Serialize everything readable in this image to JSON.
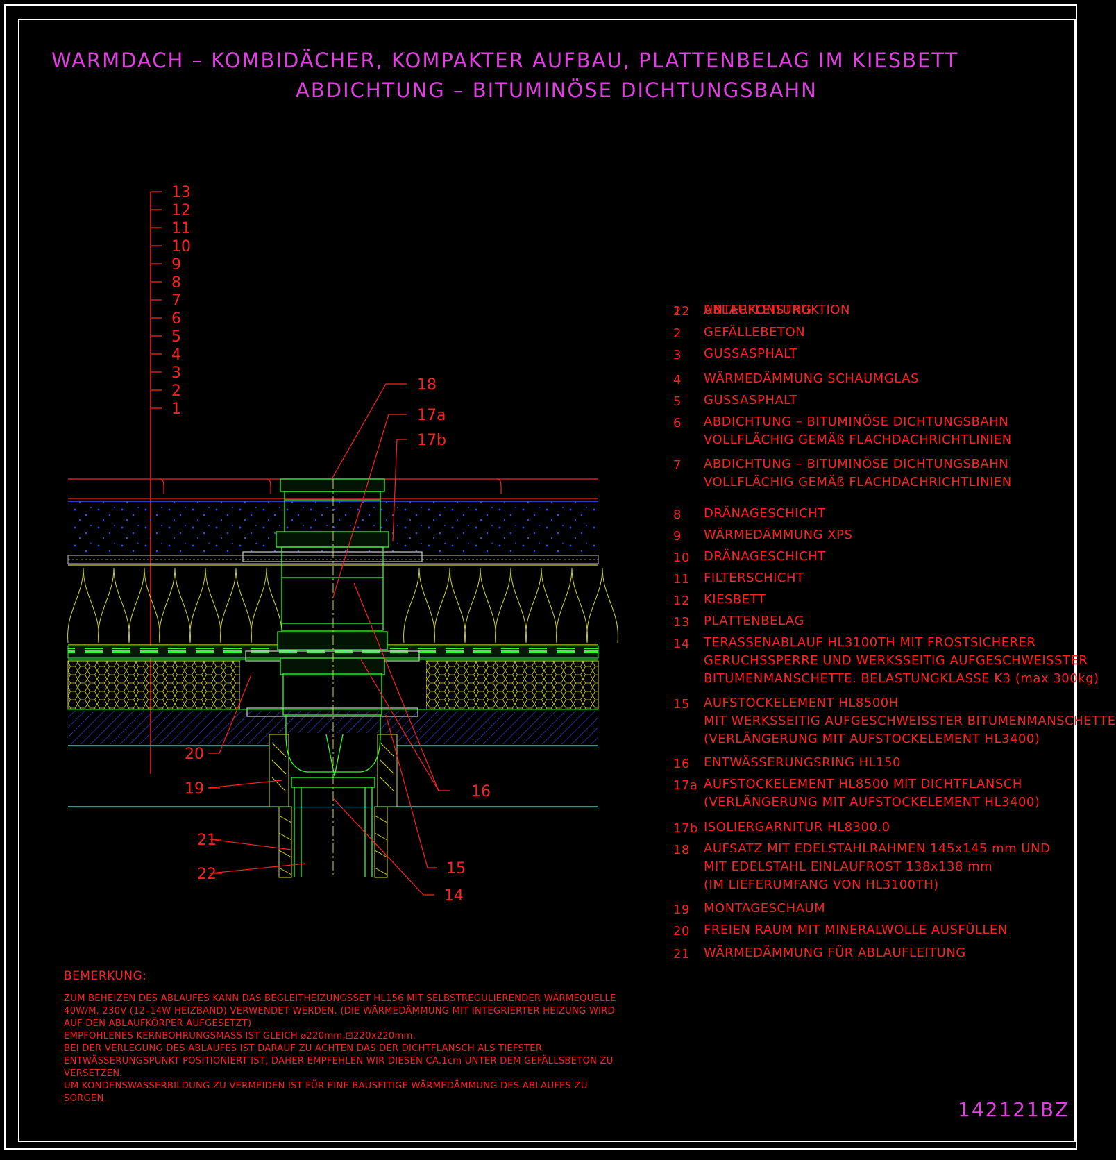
{
  "title_line1": "WARMDACH – KOMBIDÄCHER, KOMPAKTER AUFBAU, PLATTENBELAG IM KIESBETT",
  "title_line2": "ABDICHTUNG – BITUMINÖSE DICHTUNGSBAHN",
  "drawing_code": "142121BZ",
  "colors": {
    "title": "#e040e0",
    "annotation": "#ff2020",
    "frame": "#ffffff",
    "background": "#000000"
  },
  "layer_scale_labels": [
    "13",
    "12",
    "11",
    "10",
    "9",
    "8",
    "7",
    "6",
    "5",
    "4",
    "3",
    "2",
    "1"
  ],
  "callouts": {
    "c18": "18",
    "c17a": "17a",
    "c17b": "17b",
    "c16": "16",
    "c15": "15",
    "c14": "14",
    "c19": "19",
    "c20": "20",
    "c21": "21",
    "c22": "22"
  },
  "legend": [
    {
      "num": "1",
      "lines": [
        "UNTERKONSTRUKTION"
      ]
    },
    {
      "num": "2",
      "lines": [
        "GEFÄLLEBETON"
      ]
    },
    {
      "num": "3",
      "lines": [
        "GUSSASPHALT"
      ]
    },
    {
      "num": "4",
      "lines": [
        "WÄRMEDÄMMUNG SCHAUMGLAS"
      ]
    },
    {
      "num": "5",
      "lines": [
        "GUSSASPHALT"
      ]
    },
    {
      "num": "6",
      "lines": [
        "ABDICHTUNG – BITUMINÖSE DICHTUNGSBAHN",
        "VOLLFLÄCHIG GEMÄß FLACHDACHRICHTLINIEN"
      ]
    },
    {
      "num": "7",
      "lines": [
        "ABDICHTUNG – BITUMINÖSE DICHTUNGSBAHN",
        "VOLLFLÄCHIG GEMÄß FLACHDACHRICHTLINIEN"
      ]
    },
    {
      "num": "8",
      "lines": [
        "DRÄNAGESCHICHT"
      ]
    },
    {
      "num": "9",
      "lines": [
        "WÄRMEDÄMMUNG XPS"
      ]
    },
    {
      "num": "10",
      "lines": [
        "DRÄNAGESCHICHT"
      ]
    },
    {
      "num": "11",
      "lines": [
        "FILTERSCHICHT"
      ]
    },
    {
      "num": "12",
      "lines": [
        "KIESBETT"
      ]
    },
    {
      "num": "13",
      "lines": [
        "PLATTENBELAG"
      ]
    },
    {
      "num": "14",
      "lines": [
        "TERASSENABLAUF HL3100TH MIT FROSTSICHERER",
        "GERUCHSSPERRE UND WERKSSEITIG AUFGESCHWEISSTER",
        "BITUMENMANSCHETTE. BELASTUNGKLASSE K3 (max 300kg)"
      ]
    },
    {
      "num": "15",
      "lines": [
        "AUFSTOCKELEMENT HL8500H",
        "MIT WERKSSEITIG AUFGESCHWEISSTER BITUMENMANSCHETTE",
        "(VERLÄNGERUNG MIT AUFSTOCKELEMENT HL3400)"
      ]
    },
    {
      "num": "16",
      "lines": [
        "ENTWÄSSERUNGSRING HL150"
      ]
    },
    {
      "num": "17a",
      "lines": [
        "AUFSTOCKELEMENT HL8500 MIT DICHTFLANSCH",
        "(VERLÄNGERUNG MIT AUFSTOCKELEMENT HL3400)"
      ]
    },
    {
      "num": "17b",
      "lines": [
        "ISOLIERGARNITUR HL8300.0"
      ]
    },
    {
      "num": "18",
      "lines": [
        "AUFSATZ MIT EDELSTAHLRAHMEN 145x145 mm UND",
        "MIT EDELSTAHL EINLAUFROST 138x138 mm",
        "(IM LIEFERUMFANG VON HL3100TH)"
      ]
    },
    {
      "num": "19",
      "lines": [
        "MONTAGESCHAUM"
      ]
    },
    {
      "num": "20",
      "lines": [
        "FREIEN RAUM MIT MINERALWOLLE AUSFÜLLEN"
      ]
    },
    {
      "num": "21",
      "lines": [
        "WÄRMEDÄMMUNG FÜR ABLAUFLEITUNG"
      ]
    },
    {
      "num": "22",
      "lines": [
        "ABLAUFLEITUNG"
      ]
    }
  ],
  "remarks": {
    "title": "BEMERKUNG:",
    "lines": [
      "ZUM BEHEIZEN DES ABLAUFES KANN DAS BEGLEITHEIZUNGSSET HL156 MIT SELBSTREGULIERENDER WÄRMEQUELLE",
      "40W/M, 230V (12–14W HEIZBAND) VERWENDET WERDEN. (DIE WÄRMEDÄMMUNG MIT INTEGRIERTER HEIZUNG WIRD",
      "AUF DEN ABLAUFKÖRPER AUFGESETZT)",
      "EMPFOHLENES KERNBOHRUNGSMASS IST GLEICH ⌀220mm,⊡220x220mm.",
      "BEI DER VERLEGUNG DES ABLAUFES IST DARAUF ZU ACHTEN DAS DER DICHTFLANSCH ALS TIEFSTER",
      "ENTWÄSSERUNGSPUNKT POSITIONIERT IST, DAHER EMPFEHLEN WIR DIESEN CA.1cm UNTER DEM GEFÄLLSBETON ZU",
      "VERSETZEN.",
      "UM KONDENSWASSERBILDUNG ZU VERMEIDEN IST FÜR EINE BAUSEITIGE WÄRMEDÄMMUNG DES ABLAUFES ZU",
      "SORGEN."
    ]
  }
}
